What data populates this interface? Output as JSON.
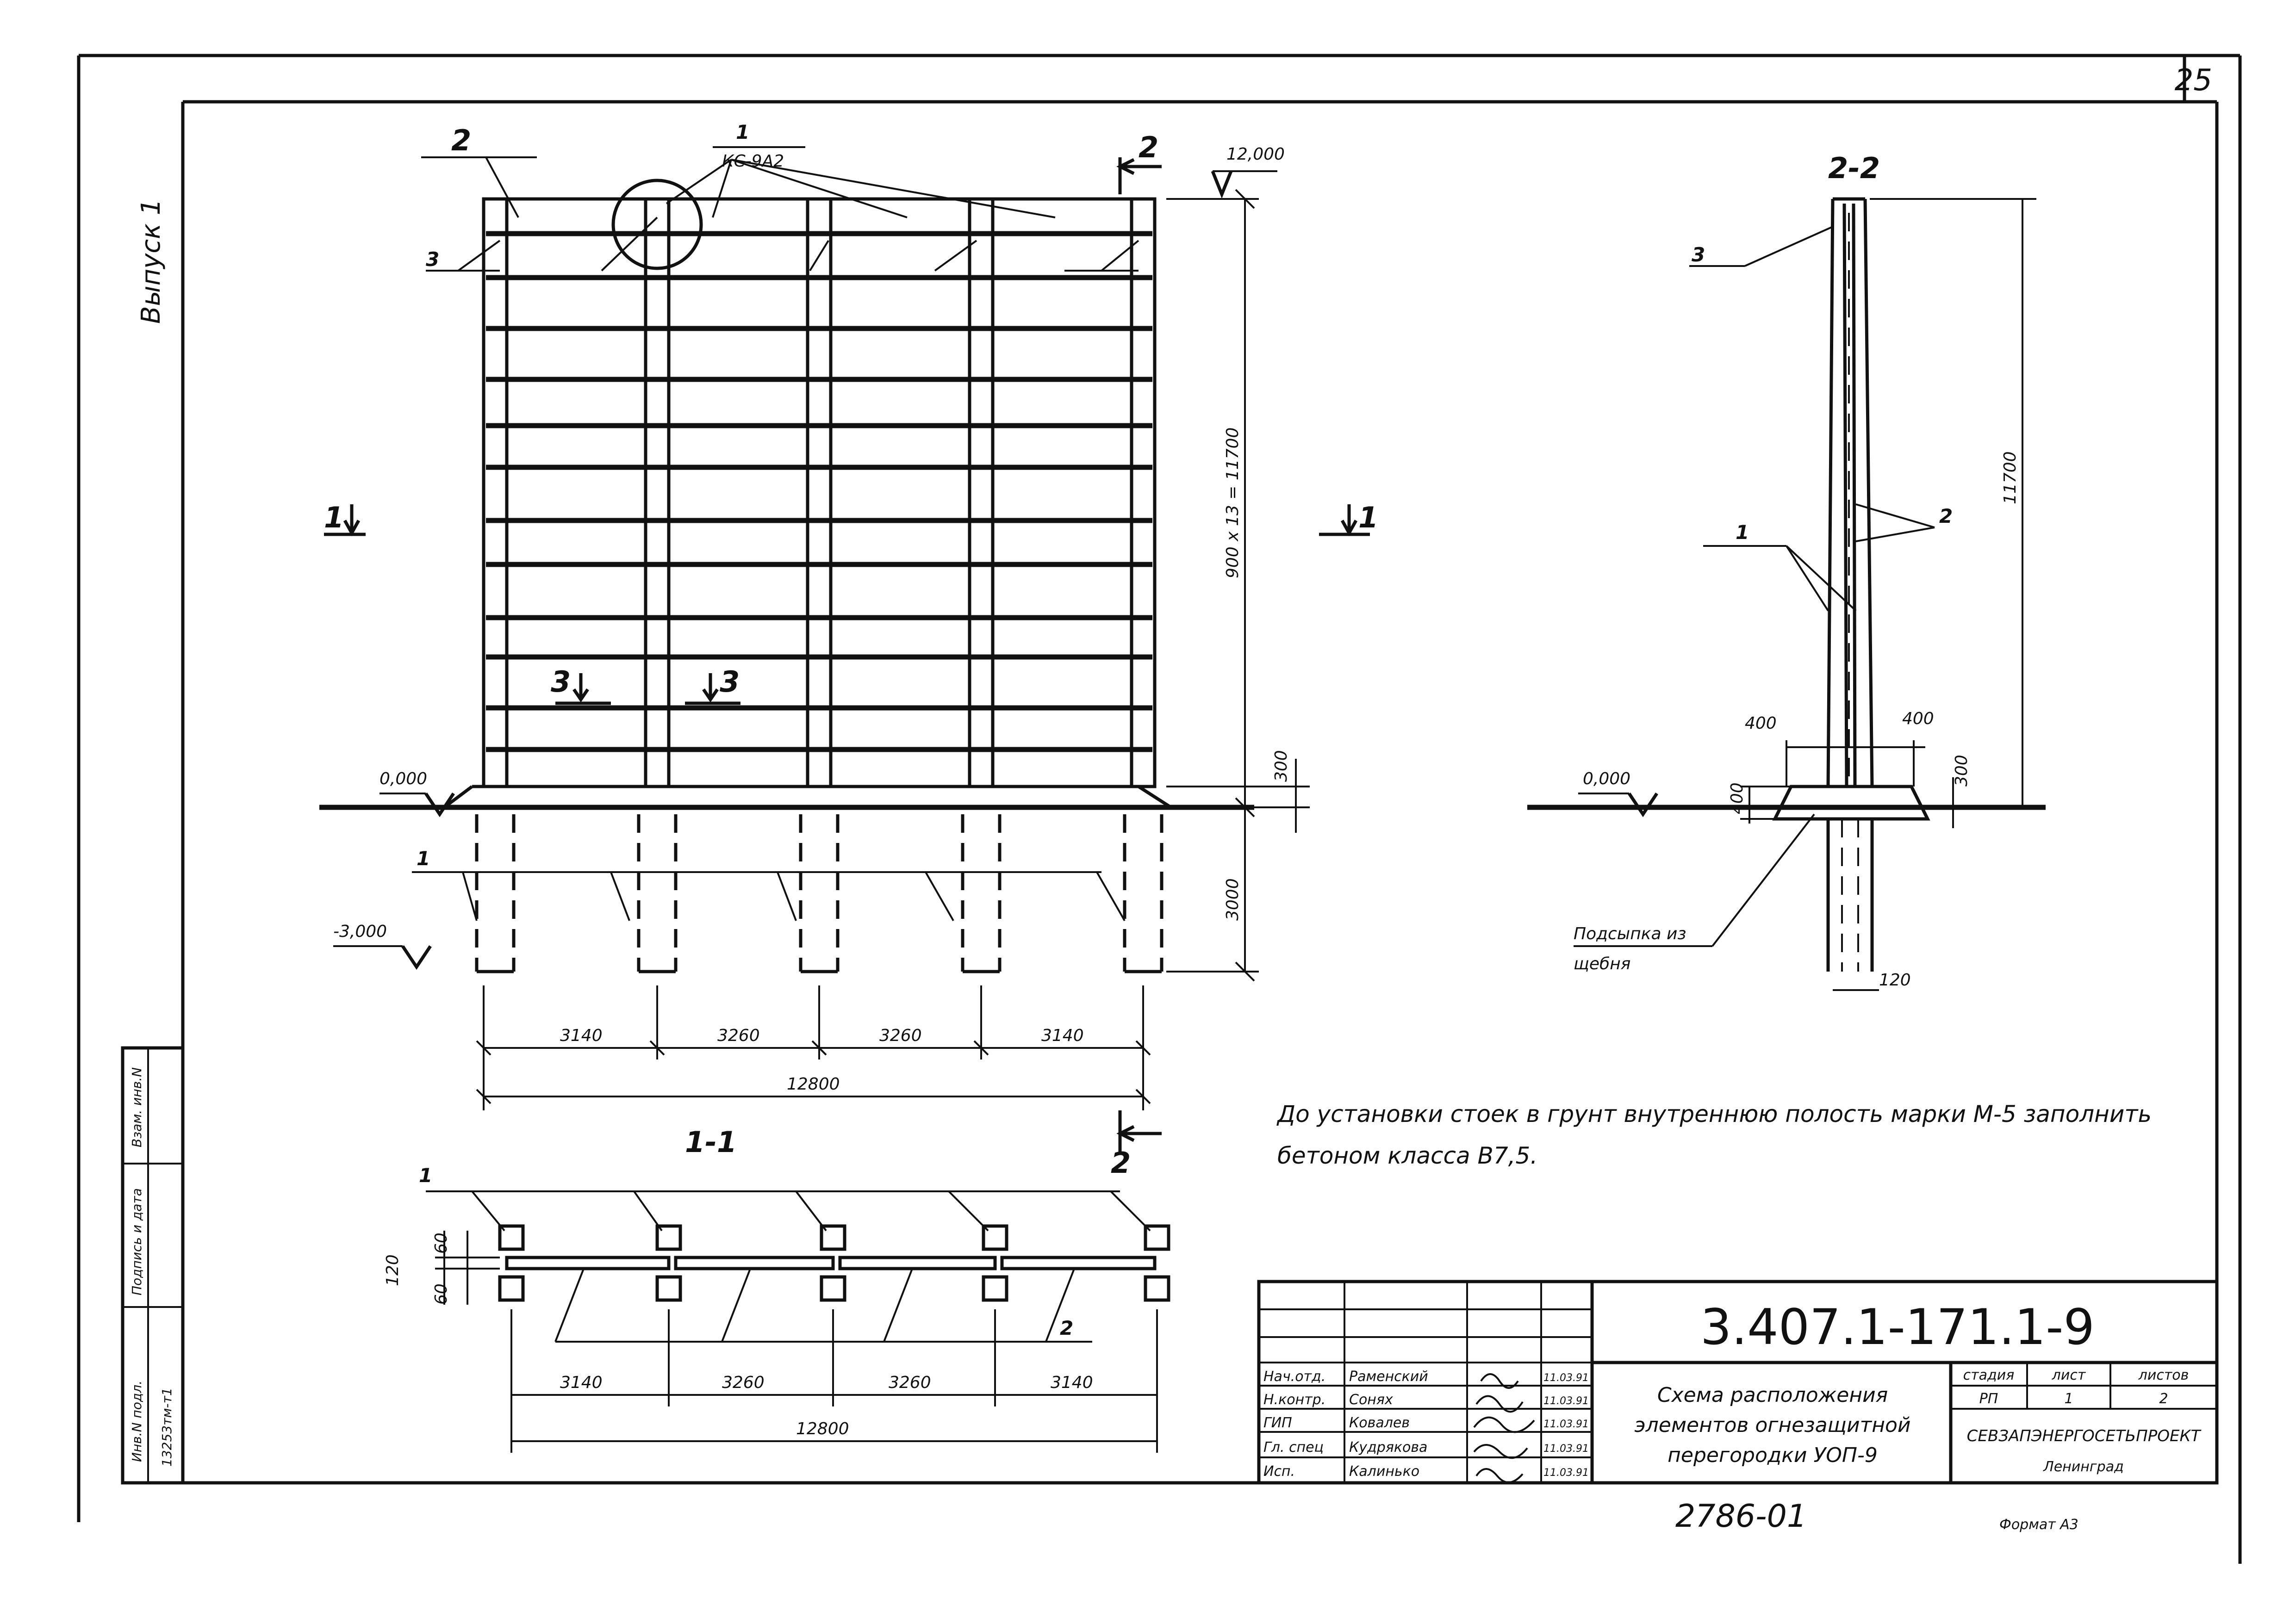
{
  "sheet_number": "25",
  "issue_label": "Выпуск 1",
  "elevation": {
    "top_mark": "12,000",
    "ground_mark": "0,000",
    "bottom_mark": "-3,000",
    "height_dim": "900 x 13 = 11700",
    "dim_300": "300",
    "dim_3000": "3000",
    "spans": [
      "3140",
      "3260",
      "3260",
      "3140"
    ],
    "total": "12800",
    "leader_1": "1",
    "leader_2": "2",
    "leader_3": "3",
    "ks_label": "КС-9А2",
    "cut_mark_1": "1",
    "cut_mark_2": "2",
    "cut_mark_3": "3"
  },
  "section_11": {
    "title": "1-1",
    "dim_120": "120",
    "dim_60a": "60",
    "dim_60b": "60",
    "leader_1": "1",
    "leader_2": "2",
    "spans": [
      "3140",
      "3260",
      "3260",
      "3140"
    ],
    "total": "12800"
  },
  "section_22": {
    "title": "2-2",
    "leader_1": "1",
    "leader_2": "2",
    "leader_3": "3",
    "dim_11700": "11700",
    "dim_400a": "400",
    "dim_400b": "400",
    "dim_400c": "400",
    "dim_300": "300",
    "dim_120": "120",
    "ground_mark": "0,000",
    "fill_label_1": "Подсыпка из",
    "fill_label_2": "щебня"
  },
  "note": {
    "line1": "До установки стоек в грунт внутреннюю полость марки М-5 заполнить",
    "line2": "бетоном класса В7,5."
  },
  "title_block": {
    "code": "3.407.1-171.1-9",
    "title_lines": [
      "Схема расположения",
      "элементов огнезащитной",
      "перегородки УОП-9"
    ],
    "rows": [
      {
        "role": "Нач.отд.",
        "name": "Раменский",
        "sign": "",
        "date": "11.03.91"
      },
      {
        "role": "Н.контр.",
        "name": "Сонях",
        "sign": "",
        "date": "11.03.91"
      },
      {
        "role": "ГИП",
        "name": "Ковалев",
        "sign": "",
        "date": "11.03.91"
      },
      {
        "role": "Гл. спец",
        "name": "Кудрякова",
        "sign": "",
        "date": "11.03.91"
      },
      {
        "role": "Исп.",
        "name": "Калинько",
        "sign": "",
        "date": "11.03.91"
      }
    ],
    "stage_header": "стадия",
    "sheet_header": "лист",
    "sheets_header": "листов",
    "stage": "РП",
    "sheet": "1",
    "sheets": "2",
    "org": "СЕВЗАПЭНЕРГОСЕТЬПРОЕКТ",
    "city": "Ленинград",
    "inv_number": "2786-01",
    "format": "Формат А3"
  },
  "side_stamp": {
    "inv_label": "Инв.N подл.",
    "sign_label": "Подпись и дата",
    "replace_label": "Взам. инв.N",
    "inv_value": "13253тм-т1"
  }
}
